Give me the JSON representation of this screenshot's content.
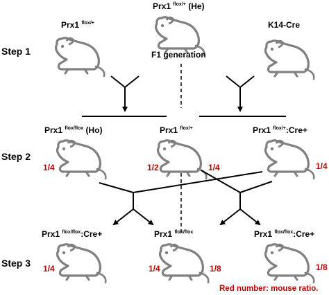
{
  "steps": [
    "Step 1",
    "Step 2",
    "Step 3"
  ],
  "step1": {
    "left": {
      "gene": "Prx1",
      "allele": "flox/+",
      "suffix": ""
    },
    "middle": {
      "gene": "Prx1",
      "allele": "flox/+",
      "suffix": " (He)",
      "caption": "F1 generation"
    },
    "right": {
      "text": "K14-Cre"
    }
  },
  "step2": {
    "left": {
      "gene": "Prx1",
      "allele": "flox/flox",
      "suffix": " (Ho)",
      "ratio": "1/4"
    },
    "middle": {
      "gene": "Prx1",
      "allele": "flox/+",
      "suffix": "",
      "ratio_left": "1/2",
      "ratio_right": "1/4"
    },
    "right": {
      "gene": "Prx1",
      "allele": "flox/+",
      "suffix": ":Cre+",
      "ratio": "1/4"
    }
  },
  "step3": {
    "left": {
      "gene": "Prx1",
      "allele": "flox/flox",
      "suffix": ":Cre+",
      "ratio": "1/4"
    },
    "middle": {
      "gene": "Prx1",
      "allele": "flox/flox",
      "suffix": "",
      "ratio_left": "1/4",
      "ratio_right": "1/8"
    },
    "right": {
      "gene": "Prx1",
      "allele": "flox/flox",
      "suffix": ":Cre+",
      "ratio": "1/8"
    }
  },
  "note": "Red number: mouse ratio.",
  "colors": {
    "mouse": "#808080",
    "ratio": "#c00000",
    "line": "#000000"
  },
  "icons": [
    "mouse-icon"
  ]
}
